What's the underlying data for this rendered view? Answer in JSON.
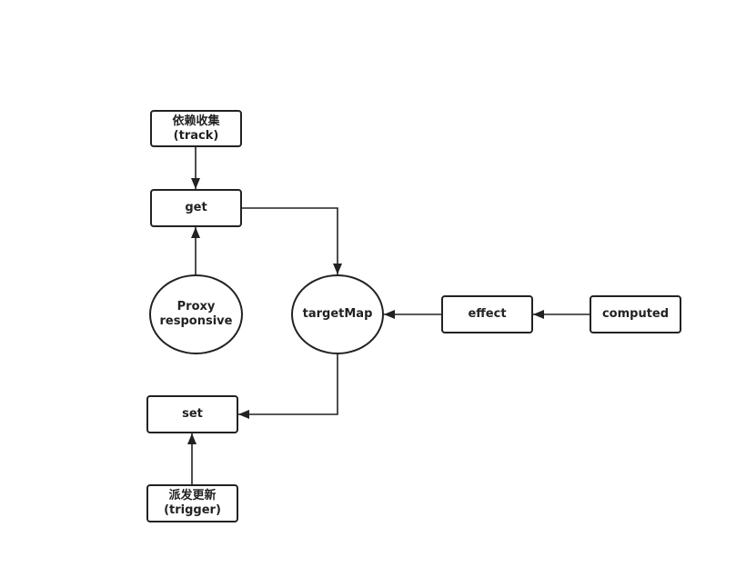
{
  "nodes": {
    "track": {
      "line1": "依赖收集",
      "line2": "(track)"
    },
    "get": {
      "label": "get"
    },
    "proxy": {
      "line1": "Proxy",
      "line2": "responsive"
    },
    "targetmap": {
      "label": "targetMap"
    },
    "effect": {
      "label": "effect"
    },
    "computed": {
      "label": "computed"
    },
    "set": {
      "label": "set"
    },
    "trigger": {
      "line1": "派发更新",
      "line2": "(trigger)"
    }
  },
  "colors": {
    "stroke": "#222222",
    "background": "#ffffff"
  }
}
